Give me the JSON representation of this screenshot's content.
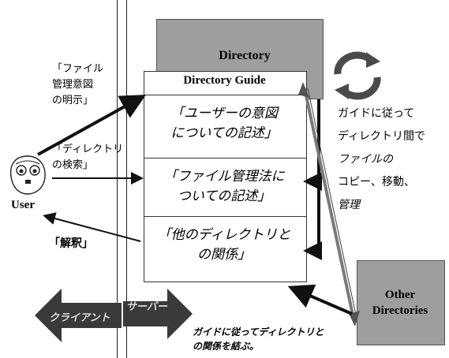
{
  "directory": {
    "title": "Directory",
    "guide_title": "Directory Guide",
    "rows": [
      {
        "line1": "「ユーザーの意図",
        "line2": "についての記述」"
      },
      {
        "line1": "「ファイル管理法に",
        "line2": "ついての記述」"
      },
      {
        "line1": "「他のディレクトリと",
        "line2": "の関係」"
      }
    ]
  },
  "user": {
    "label": "User",
    "action_file_intent": [
      "「ファイル",
      "管理意図",
      "の明示」"
    ],
    "action_search": [
      "「ディレクトリ",
      "の検索」"
    ],
    "action_interpret": "「解釈」"
  },
  "guide_note": {
    "lines": [
      "ガイドに従って",
      "ディレクトリ間で",
      "ファイルの",
      "コピー、移動、",
      "管理"
    ]
  },
  "other_directories": {
    "line1": "Other",
    "line2": "Directories"
  },
  "bottom": {
    "client_label": "クライアント",
    "server_label": "サーバー",
    "relation_note": [
      "ガイドに従ってディレクトリと",
      "の関係を結ぶ。"
    ]
  },
  "colors": {
    "gray": "#9e9e9e",
    "dark_arrow": "#3a3a3a",
    "recycle": "#4a4a4a"
  }
}
